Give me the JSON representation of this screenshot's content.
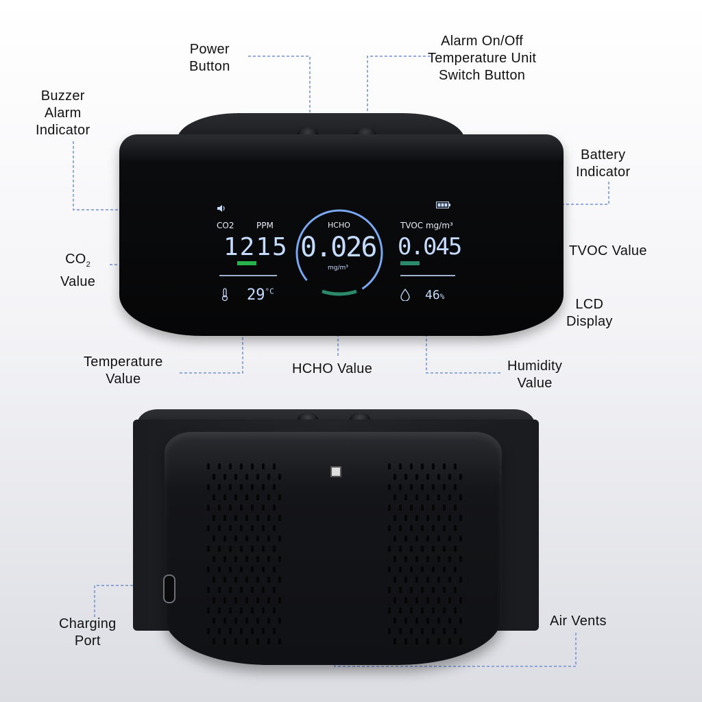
{
  "labels": {
    "power": [
      "Power",
      "Button"
    ],
    "alarm_switch": [
      "Alarm On/Off",
      "Temperature Unit",
      "Switch Button"
    ],
    "buzzer": [
      "Buzzer",
      "Alarm",
      "Indicator"
    ],
    "battery": [
      "Battery",
      "Indicator"
    ],
    "co2": {
      "main": "CO",
      "sub": "2",
      "line2": "Value"
    },
    "tvoc": "TVOC Value",
    "lcd": [
      "LCD",
      "Display"
    ],
    "temperature": [
      "Temperature",
      "Value"
    ],
    "hcho": "HCHO Value",
    "humidity": [
      "Humidity",
      "Value"
    ],
    "charging": [
      "Charging",
      "Port"
    ],
    "vents": "Air Vents"
  },
  "display": {
    "co2_label": "CO2",
    "ppm_label": "PPM",
    "co2_value": "1215",
    "hcho_label": "HCHO",
    "hcho_value": "0.026",
    "hcho_unit": "mg/m³",
    "tvoc_label": "TVOC mg/m³",
    "tvoc_value": "0.045",
    "temp_value": "29",
    "temp_unit": "°C",
    "humidity_value": "46",
    "humidity_unit": "%"
  },
  "colors": {
    "lcd_text": "#c6dcff",
    "lcd_ring": "#7aa8f0",
    "bar_green": "#27b24a",
    "bar_teal": "#2a8a6a",
    "lead_line": "#6f8fd6"
  },
  "icons": [
    "speaker-icon",
    "battery-icon",
    "thermometer-icon",
    "droplet-icon",
    "usb-c-port-icon"
  ]
}
